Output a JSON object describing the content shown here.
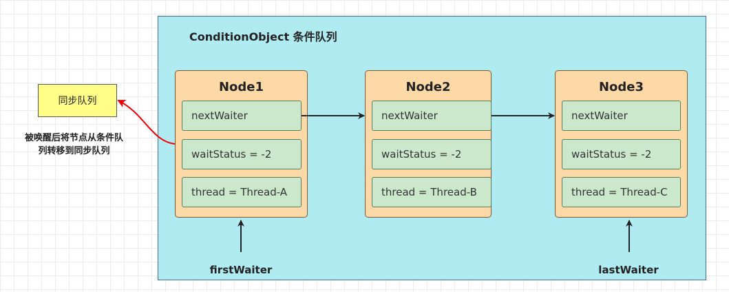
{
  "container": {
    "title": "ConditionObject 条件队列"
  },
  "nodes": [
    {
      "title": "Node1",
      "fields": [
        "nextWaiter",
        "waitStatus = -2",
        "thread = Thread-A"
      ]
    },
    {
      "title": "Node2",
      "fields": [
        "nextWaiter",
        "waitStatus = -2",
        "thread = Thread-B"
      ]
    },
    {
      "title": "Node3",
      "fields": [
        "nextWaiter",
        "waitStatus = -2",
        "thread = Thread-C"
      ]
    }
  ],
  "sync_queue": {
    "label": "同步队列"
  },
  "transfer_note": {
    "line1": "被唤醒后将节点从条件队",
    "line2": "列转移到同步队列"
  },
  "pointers": {
    "first": "firstWaiter",
    "last": "lastWaiter"
  },
  "colors": {
    "container_fill": "#b1ebf2",
    "node_fill": "#fdd9a8",
    "field_fill": "#cce8cc",
    "sync_fill": "#ffff88",
    "transfer_arrow": "#ee0000",
    "link_arrow": "#222222"
  }
}
